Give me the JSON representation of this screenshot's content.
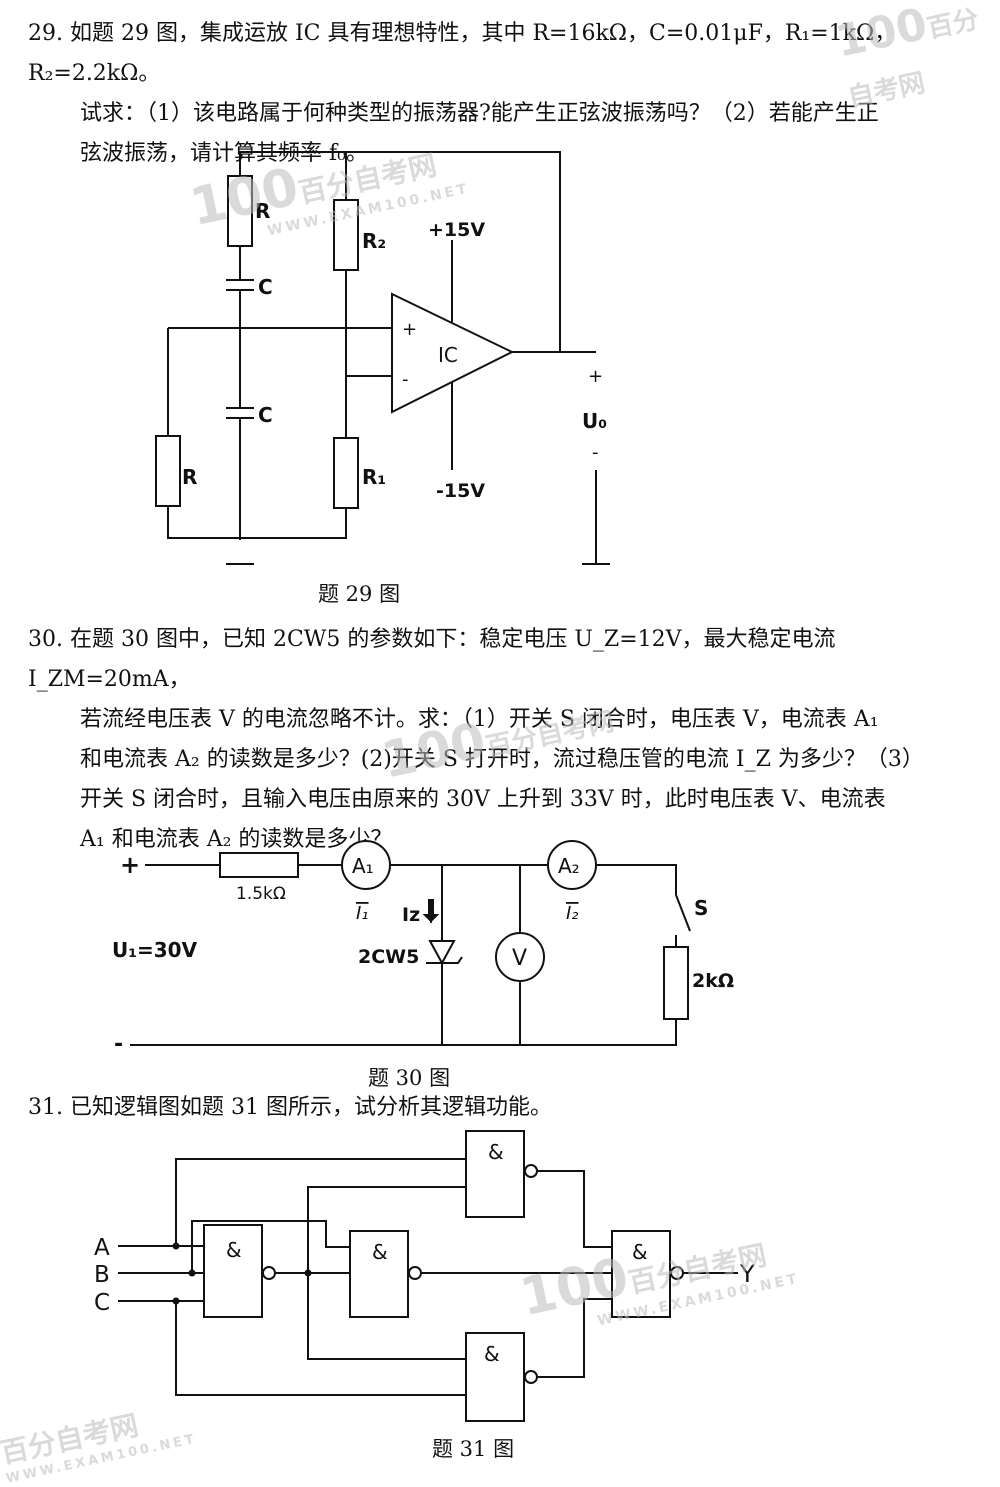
{
  "q29": {
    "line1": "29. 如题 29 图，集成运放 IC 具有理想特性，其中 R=16kΩ，C=0.01μF，R₁=1kΩ，R₂=2.2kΩ。",
    "line2": "试求：（1）该电路属于何种类型的振荡器?能产生正弦波振荡吗？（2）若能产生正",
    "line3": "弦波振荡，请计算其频率 f₀。",
    "fig": {
      "r_top": "R",
      "r2": "R₂",
      "vplus": "+15V",
      "c_top": "C",
      "c_bot": "C",
      "ic": "IC",
      "plus": "+",
      "minus": "-",
      "uo_plus": "+",
      "uo": "U₀",
      "uo_minus": "-",
      "r_bot": "R",
      "r1": "R₁",
      "vminus": "-15V"
    },
    "caption": "题 29 图"
  },
  "q30": {
    "line1": "30. 在题 30 图中，已知 2CW5 的参数如下：稳定电压 U_Z=12V，最大稳定电流 I_ZM=20mA，",
    "line2": "若流经电压表 V 的电流忽略不计。求：（1）开关 S 闭合时，电压表 V，电流表 A₁",
    "line3": "和电流表 A₂ 的读数是多少？(2)开关 S 打开时，流过稳压管的电流 I_Z 为多少？（3）",
    "line4": "开关 S 闭合时，且输入电压由原来的 30V 上升到 33V 时，此时电压表 V、电流表",
    "line5": "A₁ 和电流表 A₂ 的读数是多少？",
    "fig": {
      "plus": "+",
      "minus": "-",
      "res": "1.5kΩ",
      "a1": "A₁",
      "a2": "A₂",
      "i1": "I₁",
      "i2": "I₂",
      "iz": "Iz",
      "diode": "2CW5",
      "v": "V",
      "s": "S",
      "load": "2kΩ",
      "ui": "U₁=30V"
    },
    "caption": "题 30 图"
  },
  "q31": {
    "line1": "31.  已知逻辑图如题 31 图所示，试分析其逻辑功能。",
    "fig": {
      "a": "A",
      "b": "B",
      "c": "C",
      "y": "Y",
      "and": "&"
    },
    "caption": "题 31 图"
  },
  "watermark": {
    "brand": "100",
    "site": "WWW.EXAM100.NET",
    "cn": "百分自考网"
  }
}
